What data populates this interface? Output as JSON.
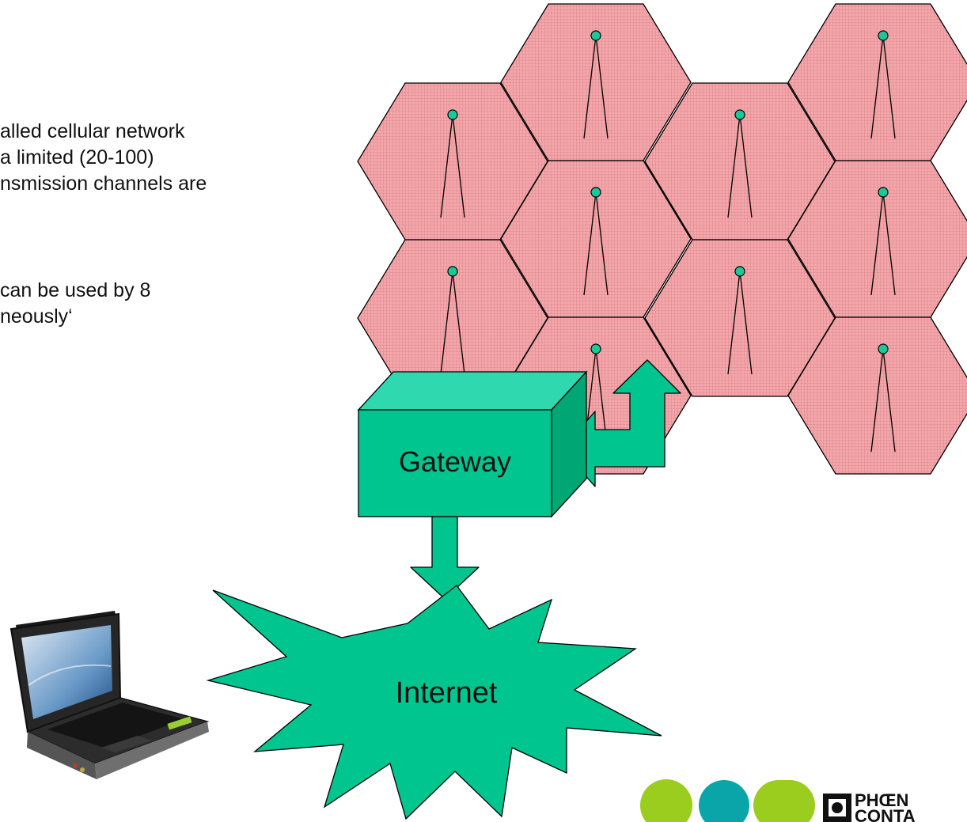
{
  "text_lines": [
    "alled  cellular network",
    "a limited  (20-100)",
    "nsmission channels are",
    "can be used by 8",
    "neously‘"
  ],
  "labels": {
    "gateway": "Gateway",
    "internet": "Internet"
  },
  "logo": {
    "word_top": "PHŒN",
    "word_bottom": "CONTA"
  },
  "colors": {
    "cell_fill": "#f2a7ab",
    "cell_grid": "#e07d84",
    "device_green": "#00c58f",
    "gateway_top": "#2fd8ae",
    "gateway_side": "#00a673",
    "antenna_dot": "#19c99a",
    "logo_lime": "#9acd1e",
    "logo_teal": "#0aa5a8"
  },
  "icons": [
    "antenna-icon",
    "laptop-icon",
    "gateway-box",
    "internet-burst"
  ]
}
